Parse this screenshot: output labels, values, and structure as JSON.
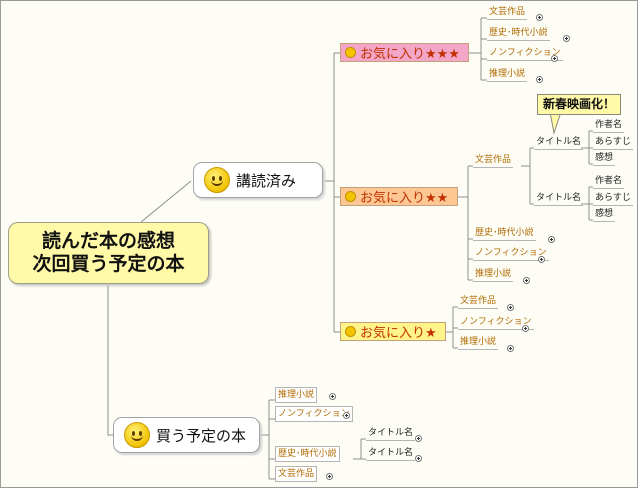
{
  "root": {
    "line1": "読んだ本の感想",
    "line2": "次回買う予定の本"
  },
  "read": {
    "label": "講読済み",
    "star3": {
      "label": "お気に入り★★★",
      "items": [
        "文芸作品",
        "歴史･時代小説",
        "ノンフィクション",
        "推理小説"
      ]
    },
    "star2": {
      "label": "お気に入り★★",
      "literature": {
        "label": "文芸作品",
        "titles": [
          {
            "label": "タイトル名",
            "details": [
              "作者名",
              "あらすじ",
              "感想"
            ]
          },
          {
            "label": "タイトル名",
            "details": [
              "作者名",
              "あらすじ",
              "感想"
            ]
          }
        ]
      },
      "items": [
        "歴史･時代小説",
        "ノンフィクション",
        "推理小説"
      ],
      "callout": "新春映画化！"
    },
    "star1": {
      "label": "お気に入り★",
      "items": [
        "文芸作品",
        "ノンフィクション",
        "推理小説"
      ]
    }
  },
  "planned": {
    "label": "買う予定の本",
    "items": [
      "推理小説",
      "ノンフィクション",
      "歴史･時代小説",
      "文芸作品"
    ],
    "titles": [
      "タイトル名",
      "タイトル名"
    ]
  },
  "colors": {
    "root_fill": "#fff9a8",
    "star3_fill": "#f4a6c8",
    "star2_fill": "#fdc794",
    "star1_fill": "#fff48a",
    "leaf_text": "#b06a00"
  }
}
